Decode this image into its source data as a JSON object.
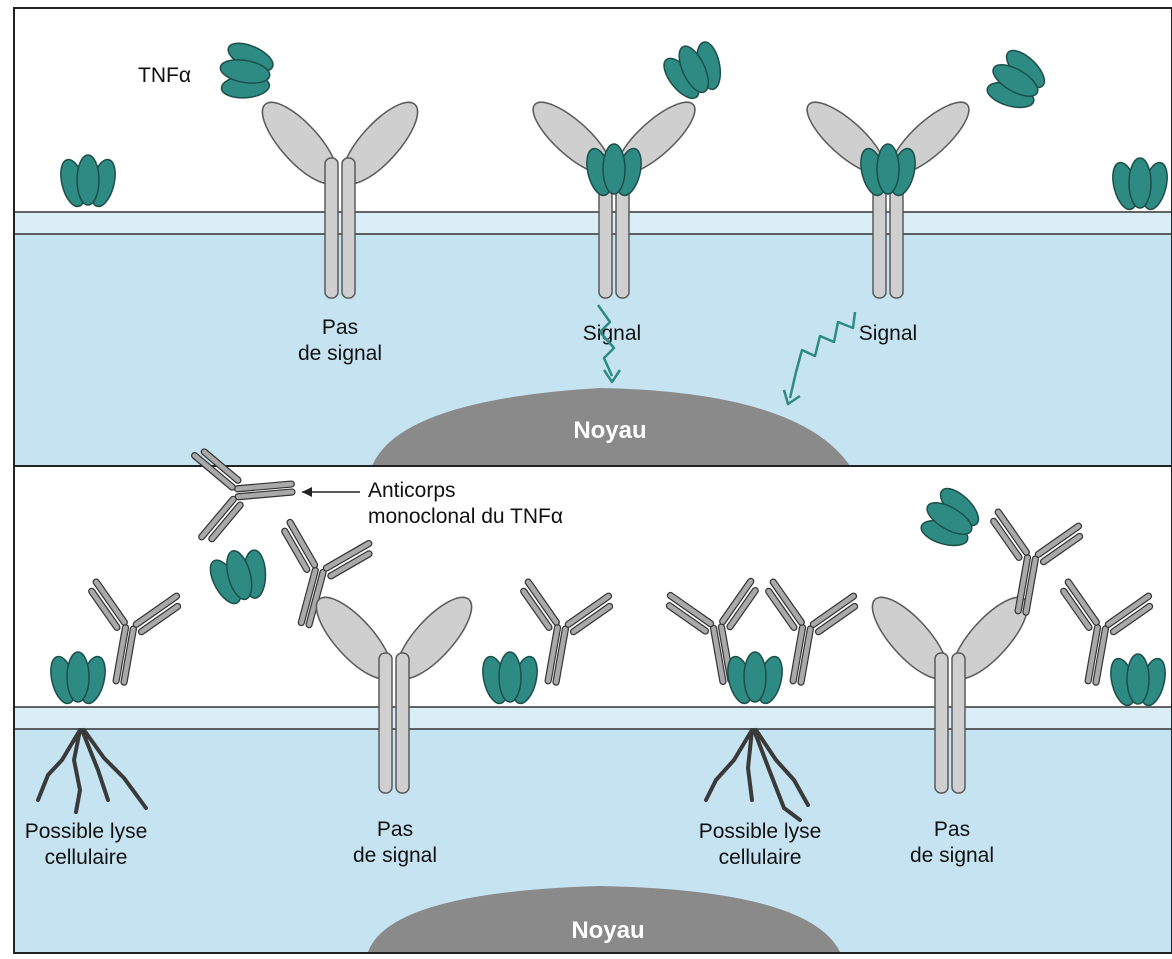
{
  "colors": {
    "tnf_fill": "#2e8b84",
    "tnf_stroke": "#1d4f4a",
    "receptor_fill": "#cfcfcf",
    "receptor_stroke": "#5a5a5a",
    "antibody_fill": "#a9a9a9",
    "cytoplasm": "#c6e3f1",
    "membrane_band": "#d9eef7",
    "nucleus": "#8a8a8a",
    "signal": "#2e8b84",
    "lysis": "#3a3a3a"
  },
  "top_panel": {
    "ligand_label": "TNFα",
    "receptor_labels": [
      {
        "line1": "Pas",
        "line2": "de signal"
      },
      {
        "line1": "Signal",
        "line2": ""
      },
      {
        "line1": "Signal",
        "line2": ""
      }
    ],
    "nucleus_label": "Noyau"
  },
  "bottom_panel": {
    "antibody_label_line1": "Anticorps",
    "antibody_label_line2": "monoclonal du TNFα",
    "cell_labels": [
      {
        "line1": "Possible lyse",
        "line2": "cellulaire"
      },
      {
        "line1": "Pas",
        "line2": "de signal"
      },
      {
        "line1": "Possible lyse",
        "line2": "cellulaire"
      },
      {
        "line1": "Pas",
        "line2": "de signal"
      }
    ],
    "nucleus_label": "Noyau"
  }
}
